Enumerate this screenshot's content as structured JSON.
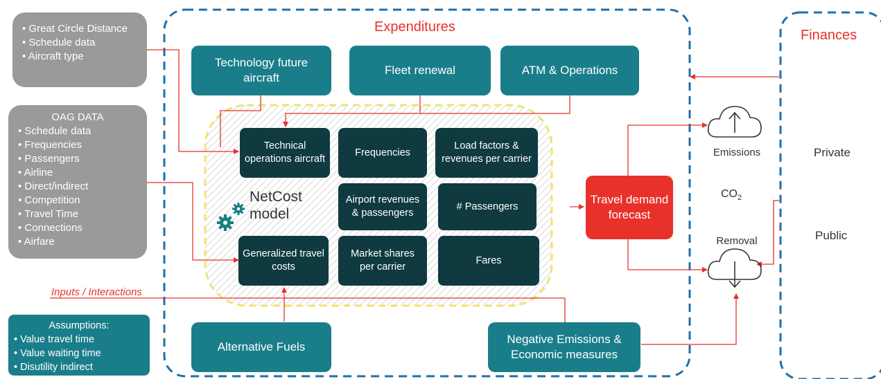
{
  "sections": {
    "expenditures": "Expenditures",
    "finances": "Finances"
  },
  "input_boxes": {
    "distance": {
      "items": [
        "Great Circle Distance",
        "Schedule data",
        "Aircraft type"
      ]
    },
    "oag": {
      "title": "OAG DATA",
      "items": [
        "Schedule data",
        "Frequencies",
        "Passengers",
        "Airline",
        "Direct/indirect",
        "Competition",
        "Travel Time",
        "Connections",
        "Airfare"
      ]
    },
    "inputs_label": "Inputs / Interactions",
    "assumptions": {
      "title": "Assumptions:",
      "items": [
        "Value travel time",
        "Value waiting time",
        "Disutility indirect"
      ]
    }
  },
  "expenditure_boxes": {
    "technology": "Technology future aircraft",
    "fleet": "Fleet renewal",
    "atm": "ATM & Operations",
    "fuels": "Alternative Fuels",
    "negative": "Negative Emissions & Economic measures"
  },
  "model": {
    "name": "NetCost model",
    "cells": {
      "technical": "Technical operations aircraft",
      "frequencies": "Frequencies",
      "load_factors": "Load factors & revenues per carrier",
      "airport": "Airport revenues & passengers",
      "passengers": "# Passengers",
      "generalized": "Generalized travel costs",
      "market": "Market shares per carrier",
      "fares": "Fares"
    }
  },
  "forecast": "Travel demand forecast",
  "climate": {
    "emissions": "Emissions",
    "co2": "CO",
    "co2_sub": "2",
    "removal": "Removal"
  },
  "finances": {
    "private": "Private",
    "public": "Public"
  },
  "colors": {
    "teal": "#197e89",
    "dark_teal": "#0f3a40",
    "red": "#e8312a",
    "grey": "#9a9a9a",
    "dashed_blue": "#1f6fa8",
    "yellow_dash": "#f2e36a"
  }
}
